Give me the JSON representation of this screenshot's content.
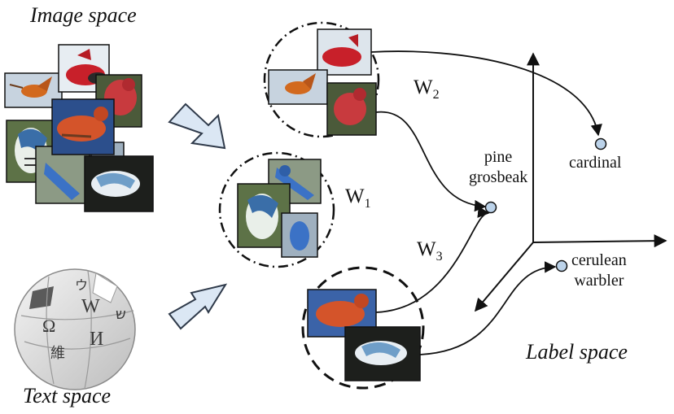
{
  "labels": {
    "image_space": "Image space",
    "text_space": "Text space",
    "label_space": "Label space",
    "w1": "W",
    "w1_sub": "1",
    "w2": "W",
    "w2_sub": "2",
    "w3": "W",
    "w3_sub": "3",
    "cardinal": "cardinal",
    "pine_grosbeak_line1": "pine",
    "pine_grosbeak_line2": "grosbeak",
    "cerulean_warbler_line1": "cerulean",
    "cerulean_warbler_line2": "warbler"
  },
  "globe_glyphs": [
    "W",
    "Ω",
    "И",
    "維",
    "ウ",
    "ש"
  ],
  "colors": {
    "arrow_fill": "#dbe7f4",
    "arrow_stroke": "#2f3a4a",
    "node_fill": "#bcd3ea",
    "globe_fill": "#e2e2e2",
    "cardinal_red": "#c8202a",
    "pine_grosbeak_orange": "#d4542a",
    "blue_jay_blue": "#3b72c6",
    "warbler_blue": "#6f9ec8",
    "hummingbird_orange": "#d2691e"
  },
  "icons": [
    "wikipedia-globe-icon",
    "bird-photo"
  ]
}
